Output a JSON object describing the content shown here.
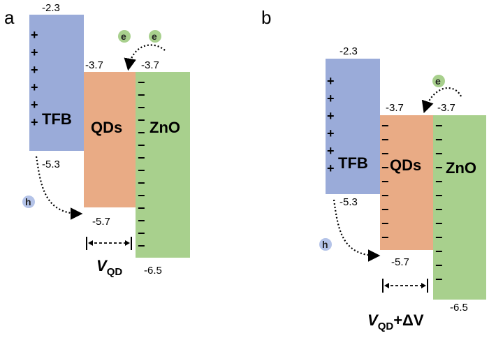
{
  "colors": {
    "tfb": "#9aabd9",
    "qds": "#e9ab85",
    "zno": "#a8d08d",
    "electron_badge": "#a8d08d",
    "hole_badge": "#b4c3e8"
  },
  "panel_a": {
    "label": "a",
    "tfb": {
      "label": "TFB",
      "top": "-2.3",
      "bottom": "-5.3"
    },
    "qds": {
      "label": "QDs",
      "top": "-3.7",
      "bottom": "-5.7"
    },
    "zno": {
      "label": "ZnO",
      "top": "-3.7",
      "bottom": "-6.5"
    },
    "plus_sign": "+",
    "minus_sign": "−",
    "electron": "e",
    "hole": "h",
    "voltage": {
      "main": "V",
      "sub": "QD"
    }
  },
  "panel_b": {
    "label": "b",
    "tfb": {
      "label": "TFB",
      "top": "-2.3",
      "bottom": "-5.3"
    },
    "qds": {
      "label": "QDs",
      "top": "-3.7",
      "bottom": "-5.7"
    },
    "zno": {
      "label": "ZnO",
      "top": "-3.7",
      "bottom": "-6.5"
    },
    "plus_sign": "+",
    "minus_sign": "−",
    "electron": "e",
    "hole": "h",
    "voltage": {
      "main": "V",
      "sub": "QD",
      "extra": "+ΔV"
    }
  }
}
